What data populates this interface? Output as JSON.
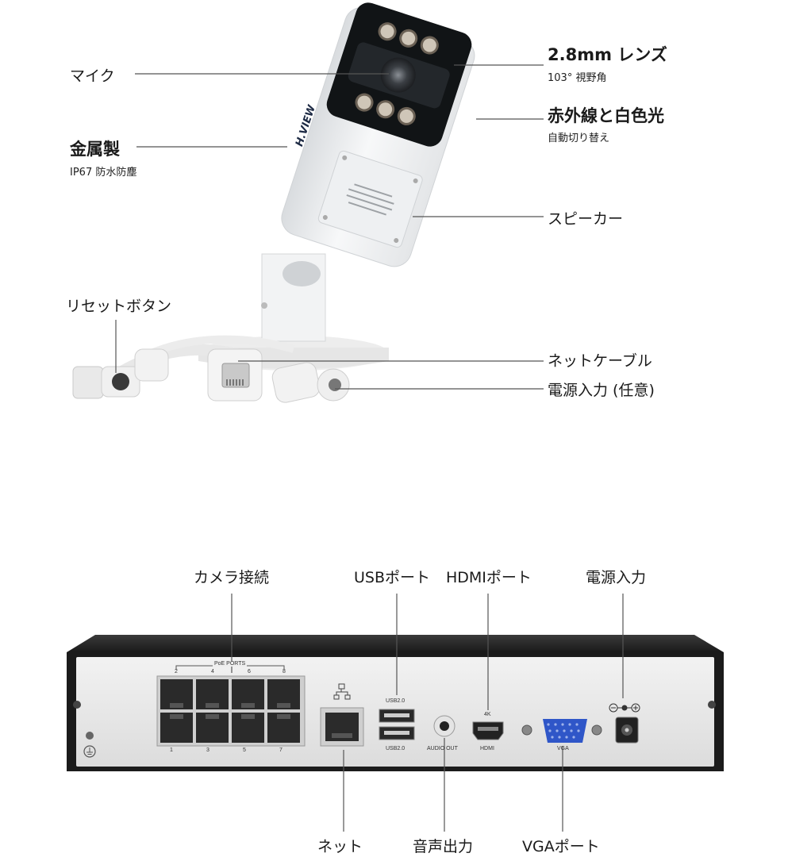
{
  "camera": {
    "mic": "マイク",
    "lens_title": "2.8mm レンズ",
    "lens_sub": "103° 視野角",
    "ir_title": "赤外線と白色光",
    "ir_sub": "自動切り替え",
    "metal_title": "金属製",
    "metal_sub": "IP67 防水防塵",
    "speaker": "スピーカー",
    "reset": "リセットボタン",
    "network_cable": "ネットケーブル",
    "power_optional": "電源入力 (任意)",
    "brand": "H.VIEW"
  },
  "nvr": {
    "camera_connect": "カメラ接続",
    "usb_port": "USBポート",
    "hdmi_port": "HDMIポート",
    "power_in": "電源入力",
    "network": "ネット",
    "audio_out": "音声出力",
    "vga_port": "VGAポート",
    "panel": {
      "poe_ports": "PoE PORTS",
      "top_nums": [
        "2",
        "4",
        "6",
        "8"
      ],
      "bottom_nums": [
        "1",
        "3",
        "5",
        "7"
      ],
      "usb_top": "USB2.0",
      "usb_bottom": "USB2.0",
      "audio_out_label": "AUDIO OUT",
      "k4": "4K",
      "hdmi": "HDMI",
      "vga": "VGA"
    }
  },
  "colors": {
    "accent_vga": "#2f56c8",
    "label_text": "#1a1a1a",
    "line": "#555555"
  }
}
